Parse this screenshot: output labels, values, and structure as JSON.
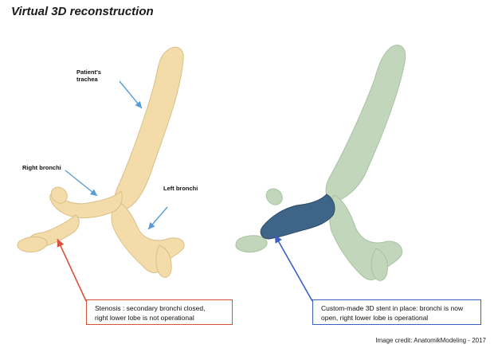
{
  "title": "Virtual 3D reconstruction",
  "left_model": {
    "labels": {
      "trachea_line1": "Patient's",
      "trachea_line2": "trachea",
      "right_bronchi": "Right bronchi",
      "left_bronchi": "Left bronchi"
    },
    "callout_line1": "Stenosis : secondary bronchi closed,",
    "callout_line2": "right lower lobe is not operational"
  },
  "right_model": {
    "callout_line1": "Custom-made 3D stent in place: bronchi is now",
    "callout_line2": "open, right lower lobe is operational"
  },
  "credit": "Image credit: AnatomikModeling - 2017",
  "colors": {
    "trachea_beige": "#f3dcaa",
    "model_green": "#c2d6bc",
    "stent_blue": "#3e6487",
    "arrow_blue": "#5a9bd5",
    "callout_red": "#d9533b",
    "callout_blue": "#3b5fc4"
  }
}
